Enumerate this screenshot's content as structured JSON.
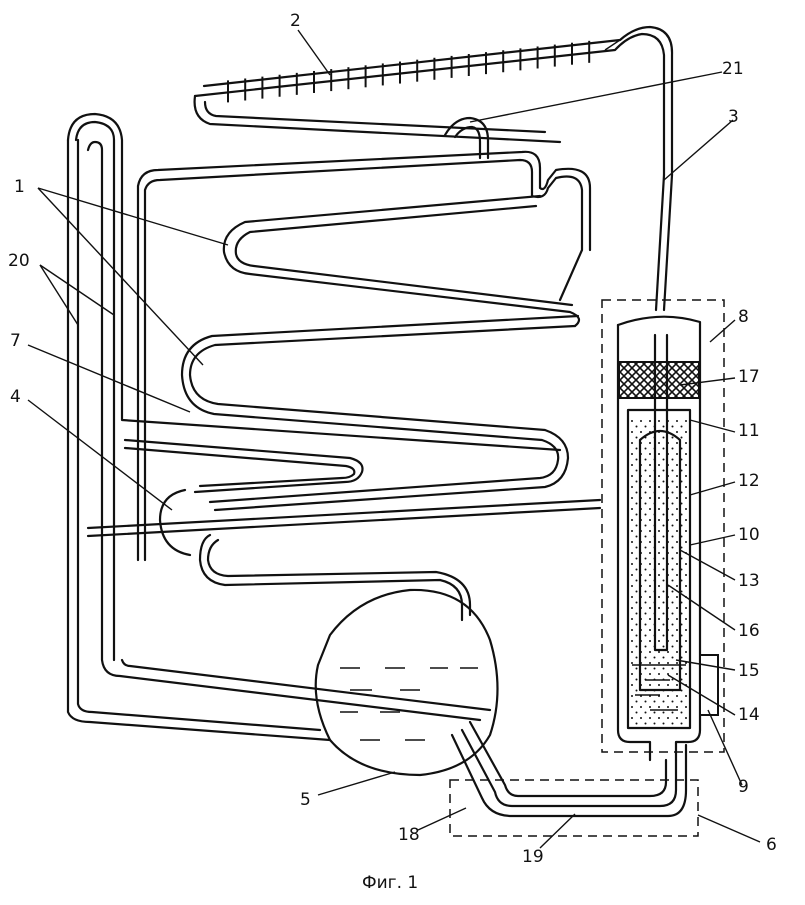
{
  "figure": {
    "caption": "Фиг. 1",
    "labels": {
      "l1": "1",
      "l2": "2",
      "l3": "3",
      "l4": "4",
      "l5": "5",
      "l6": "6",
      "l7": "7",
      "l8": "8",
      "l9": "9",
      "l10": "10",
      "l11": "11",
      "l12": "12",
      "l13": "13",
      "l14": "14",
      "l15": "15",
      "l16": "16",
      "l17": "17",
      "l18": "18",
      "l19": "19",
      "l20": "20",
      "l21": "21"
    }
  }
}
